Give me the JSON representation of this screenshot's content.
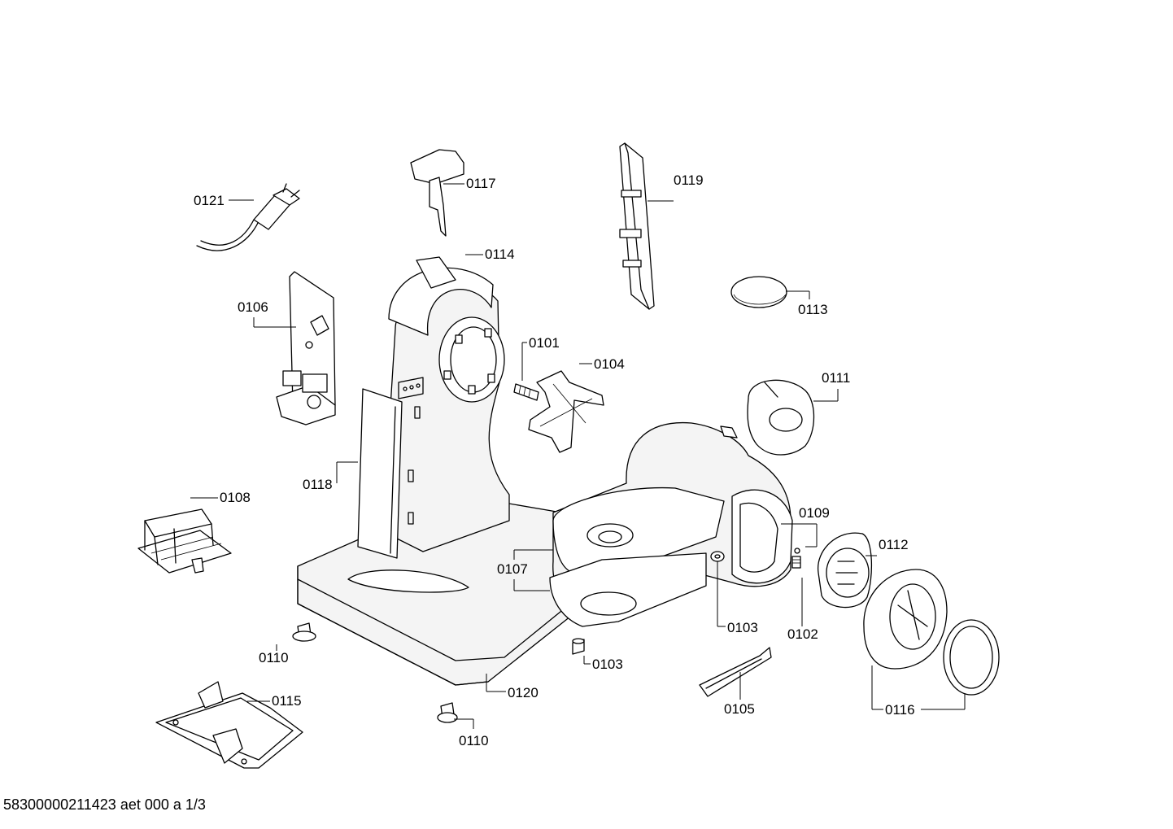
{
  "labels": {
    "p0121": "0121",
    "p0117": "0117",
    "p0119": "0119",
    "p0114": "0114",
    "p0106": "0106",
    "p0113": "0113",
    "p0101": "0101",
    "p0104": "0104",
    "p0111": "0111",
    "p0118": "0118",
    "p0108": "0108",
    "p0109": "0109",
    "p0112": "0112",
    "p0107": "0107",
    "p0103a": "0103",
    "p0102": "0102",
    "p0110a": "0110",
    "p0103b": "0103",
    "p0115": "0115",
    "p0120": "0120",
    "p0105": "0105",
    "p0116": "0116",
    "p0110b": "0110"
  },
  "footer": {
    "code": "58300000211423 aet 000 a 1/3"
  }
}
